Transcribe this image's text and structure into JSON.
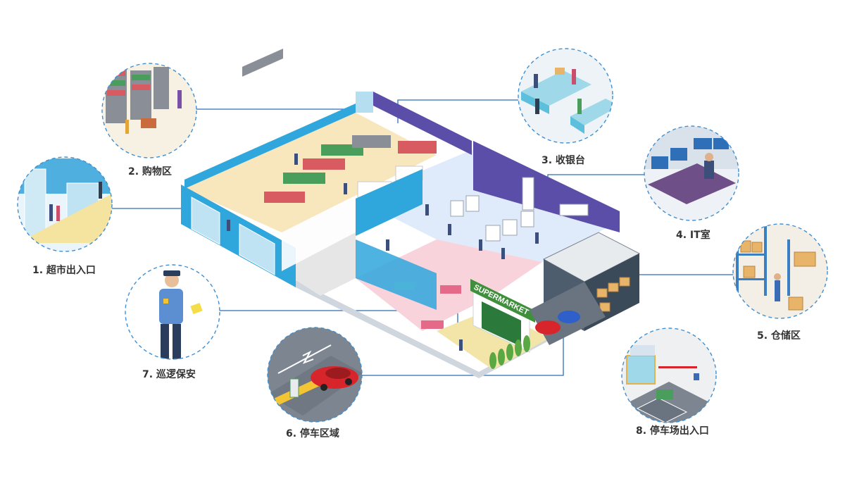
{
  "callouts": [
    {
      "id": "1",
      "label": "1. 超市出入口"
    },
    {
      "id": "2",
      "label": "2. 购物区"
    },
    {
      "id": "3",
      "label": "3. 收银台"
    },
    {
      "id": "4",
      "label": "4. IT室"
    },
    {
      "id": "5",
      "label": "5. 仓储区"
    },
    {
      "id": "6",
      "label": "6. 停车区域"
    },
    {
      "id": "7",
      "label": "7. 巡逻保安"
    },
    {
      "id": "8",
      "label": "8. 停车场出入口"
    }
  ],
  "building": {
    "sign_text": "SUPERMARKET"
  },
  "colors": {
    "circle_border": "#3f8fd2",
    "connector_line": "#2f6db5",
    "wall_blue": "#2fa6dc",
    "wall_purple": "#5b4ea8",
    "floor_beige": "#f8e6bd",
    "floor_lightblue": "#dfeafa",
    "floor_pink": "#f8d3dc",
    "floor_grey": "#e6e6e6",
    "sign_green": "#3f8f3c",
    "car_red": "#d7252b"
  }
}
